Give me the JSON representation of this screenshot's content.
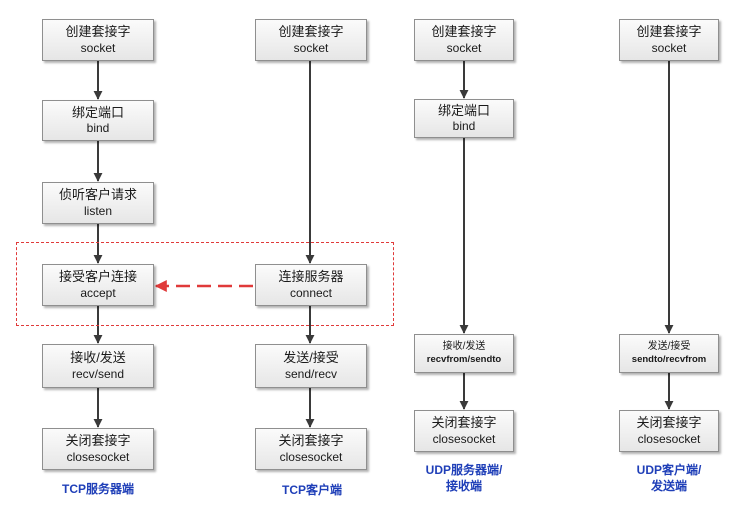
{
  "tcp_server": {
    "steps": [
      {
        "cn": "创建套接字",
        "en": "socket"
      },
      {
        "cn": "绑定端口",
        "en": "bind"
      },
      {
        "cn": "侦听客户请求",
        "en": "listen"
      },
      {
        "cn": "接受客户连接",
        "en": "accept"
      },
      {
        "cn": "接收/发送",
        "en": "recv/send"
      },
      {
        "cn": "关闭套接字",
        "en": "closesocket"
      }
    ],
    "label": "TCP服务器端"
  },
  "tcp_client": {
    "steps": [
      {
        "cn": "创建套接字",
        "en": "socket"
      },
      {
        "cn": "连接服务器",
        "en": "connect"
      },
      {
        "cn": "发送/接受",
        "en": "send/recv"
      },
      {
        "cn": "关闭套接字",
        "en": "closesocket"
      }
    ],
    "label": "TCP客户端"
  },
  "udp_server": {
    "steps": [
      {
        "cn": "创建套接字",
        "en": "socket"
      },
      {
        "cn": "绑定端口",
        "en": "bind"
      },
      {
        "cn": "接收/发送",
        "en": "recvfrom/sendto"
      },
      {
        "cn": "关闭套接字",
        "en": "closesocket"
      }
    ],
    "label_line1": "UDP服务器端/",
    "label_line2": "接收端"
  },
  "udp_client": {
    "steps": [
      {
        "cn": "创建套接字",
        "en": "socket"
      },
      {
        "cn": "发送/接受",
        "en": "sendto/recvfrom"
      },
      {
        "cn": "关闭套接字",
        "en": "closesocket"
      }
    ],
    "label_line1": "UDP客户端/",
    "label_line2": "发送端"
  },
  "colors": {
    "arrow": "#3a3a3a",
    "dashed": "#e03a3a",
    "label": "#1f3fb8"
  }
}
